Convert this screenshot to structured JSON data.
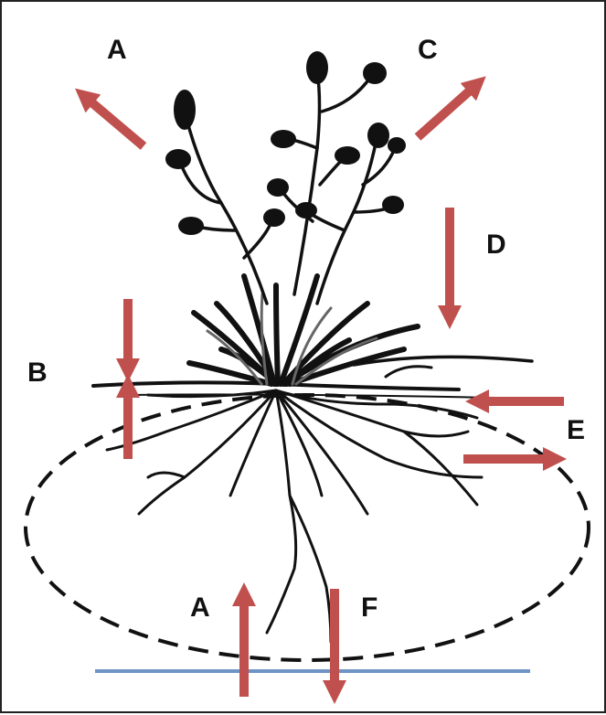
{
  "labels": {
    "a_top": "A",
    "b": "B",
    "c": "C",
    "d": "D",
    "e": "E",
    "a_bottom": "A",
    "f": "F"
  },
  "colors": {
    "arrow": "#c0504d",
    "water_table": "#6f93c4",
    "plant": "#111111",
    "root_zone": "#111111"
  },
  "icons": {
    "plant": "grass-plant-with-seed-heads-and-roots",
    "root_zone": "dashed-ellipse",
    "water_table": "horizontal-line"
  }
}
